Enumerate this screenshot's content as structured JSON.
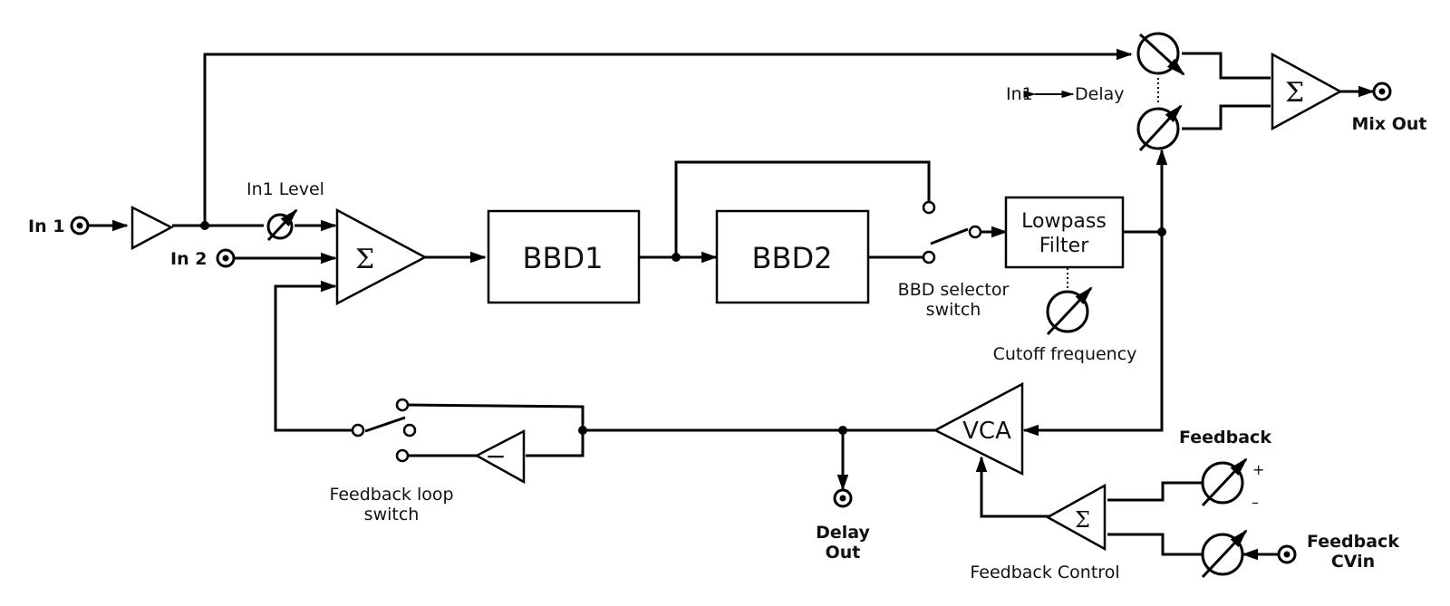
{
  "labels": {
    "in1": "In 1",
    "in2": "In 2",
    "in1_level": "In1 Level",
    "bbd1": "BBD1",
    "bbd2": "BBD2",
    "lowpass_line1": "Lowpass",
    "lowpass_line2": "Filter",
    "bbd_selector_line1": "BBD selector",
    "bbd_selector_line2": "switch",
    "cutoff": "Cutoff frequency",
    "crossfade_left": "In1",
    "crossfade_right": "Delay",
    "mix_out": "Mix Out",
    "vca": "VCA",
    "feedback_loop_line1": "Feedback loop",
    "feedback_loop_line2": "switch",
    "delay_out_line1": "Delay",
    "delay_out_line2": "Out",
    "feedback": "Feedback",
    "plus": "+",
    "minus": "–",
    "feedback_cvin_line1": "Feedback",
    "feedback_cvin_line2": "CVin",
    "feedback_control": "Feedback Control",
    "sigma": "Σ",
    "inverter": "−"
  }
}
